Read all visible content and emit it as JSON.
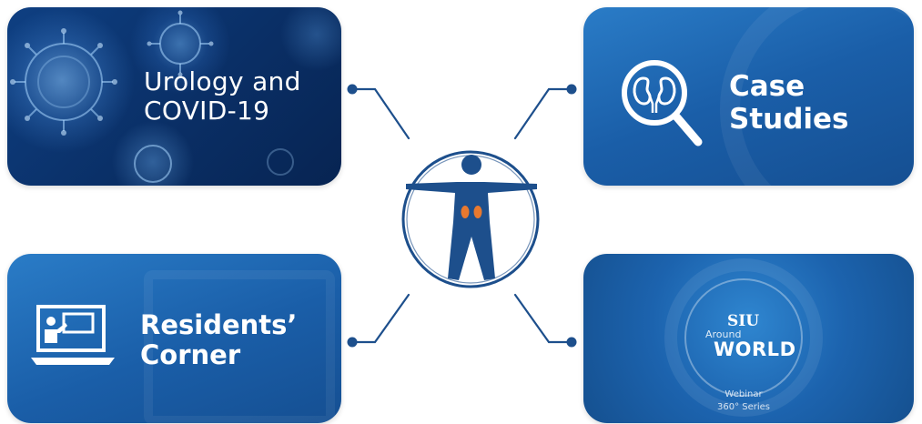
{
  "cards": {
    "covid": {
      "line1": "Urology and",
      "line2": "COVID-19"
    },
    "case_studies": {
      "line1": "Case",
      "line2": "Studies"
    },
    "residents": {
      "line1": "Residents’",
      "line2": "Corner"
    },
    "world": {
      "logo_top": "SIU",
      "logo_arc": "Around",
      "logo_bottom": "WORLD",
      "subtitle1": "Webinar",
      "subtitle2": "360° Series"
    }
  },
  "colors": {
    "brand_blue": "#1d4f8c",
    "card_blue": "#1a5ea8",
    "kidney_orange": "#e8792f",
    "white": "#ffffff"
  },
  "icons": [
    "virus-icon",
    "kidney-magnifier-icon",
    "teacher-laptop-icon",
    "globe-logo-icon",
    "vitruvian-figure-icon"
  ]
}
